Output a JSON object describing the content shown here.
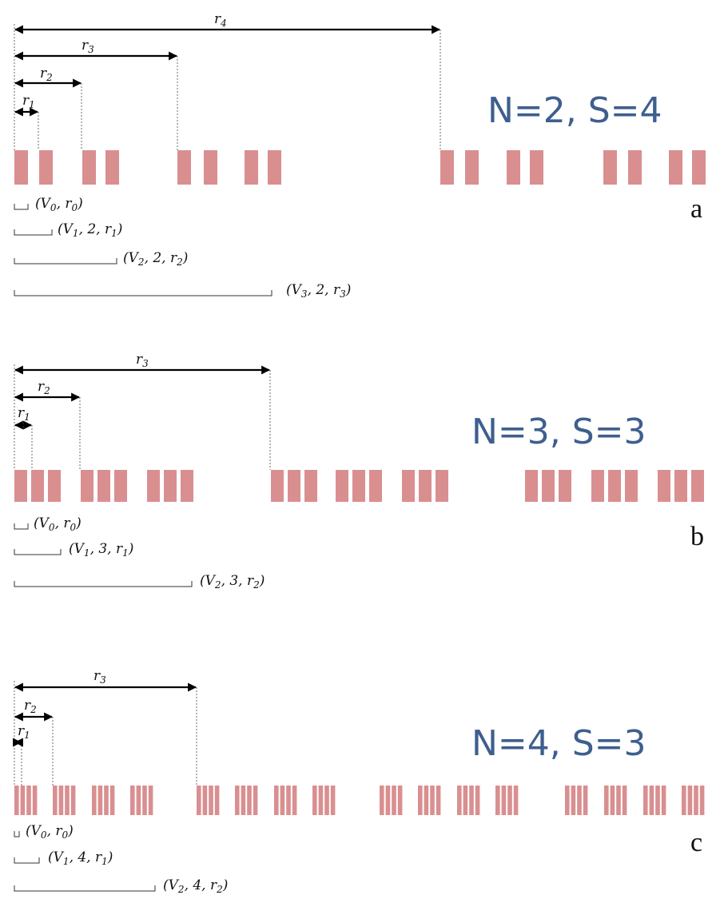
{
  "panels": [
    {
      "id": "a",
      "heading": "N=2, S=4",
      "letter": "a",
      "N": 2,
      "S": 4,
      "bar_groups": [
        [
          0,
          1
        ],
        [
          2,
          3
        ],
        [
          4,
          5
        ],
        [
          6,
          7
        ],
        [
          8,
          9
        ],
        [
          10,
          11
        ],
        [
          12,
          13
        ],
        [
          14,
          15
        ]
      ],
      "arrows": [
        {
          "name": "r",
          "sub": "1"
        },
        {
          "name": "r",
          "sub": "2"
        },
        {
          "name": "r",
          "sub": "3"
        },
        {
          "name": "r",
          "sub": "4"
        }
      ],
      "brackets": [
        {
          "text": "(V",
          "sub": "0",
          "tail": ", r",
          "tail_sub": "0"
        },
        {
          "text": "(V",
          "sub": "1",
          "tail": ", 2, r",
          "tail_sub": "1"
        },
        {
          "text": "(V",
          "sub": "2",
          "tail": ", 2, r",
          "tail_sub": "2"
        },
        {
          "text": "(V",
          "sub": "3",
          "tail": ", 2, r",
          "tail_sub": "3"
        }
      ]
    },
    {
      "id": "b",
      "heading": "N=3, S=3",
      "letter": "b",
      "N": 3,
      "S": 3,
      "arrows": [
        {
          "name": "r",
          "sub": "1"
        },
        {
          "name": "r",
          "sub": "2"
        },
        {
          "name": "r",
          "sub": "3"
        }
      ],
      "brackets": [
        {
          "text": "(V",
          "sub": "0",
          "tail": ", r",
          "tail_sub": "0"
        },
        {
          "text": "(V",
          "sub": "1",
          "tail": ", 3, r",
          "tail_sub": "1"
        },
        {
          "text": "(V",
          "sub": "2",
          "tail": ", 3, r",
          "tail_sub": "2"
        }
      ]
    },
    {
      "id": "c",
      "heading": "N=4, S=3",
      "letter": "c",
      "N": 4,
      "S": 3,
      "arrows": [
        {
          "name": "r",
          "sub": "1"
        },
        {
          "name": "r",
          "sub": "2"
        },
        {
          "name": "r",
          "sub": "3"
        }
      ],
      "brackets": [
        {
          "text": "(V",
          "sub": "0",
          "tail": ", r",
          "tail_sub": "0"
        },
        {
          "text": "(V",
          "sub": "1",
          "tail": ", 4, r",
          "tail_sub": "1"
        },
        {
          "text": "(V",
          "sub": "2",
          "tail": ", 4, r",
          "tail_sub": "2"
        }
      ]
    }
  ],
  "colors": {
    "bar": "#d98f90",
    "heading": "#3e5f8e"
  }
}
